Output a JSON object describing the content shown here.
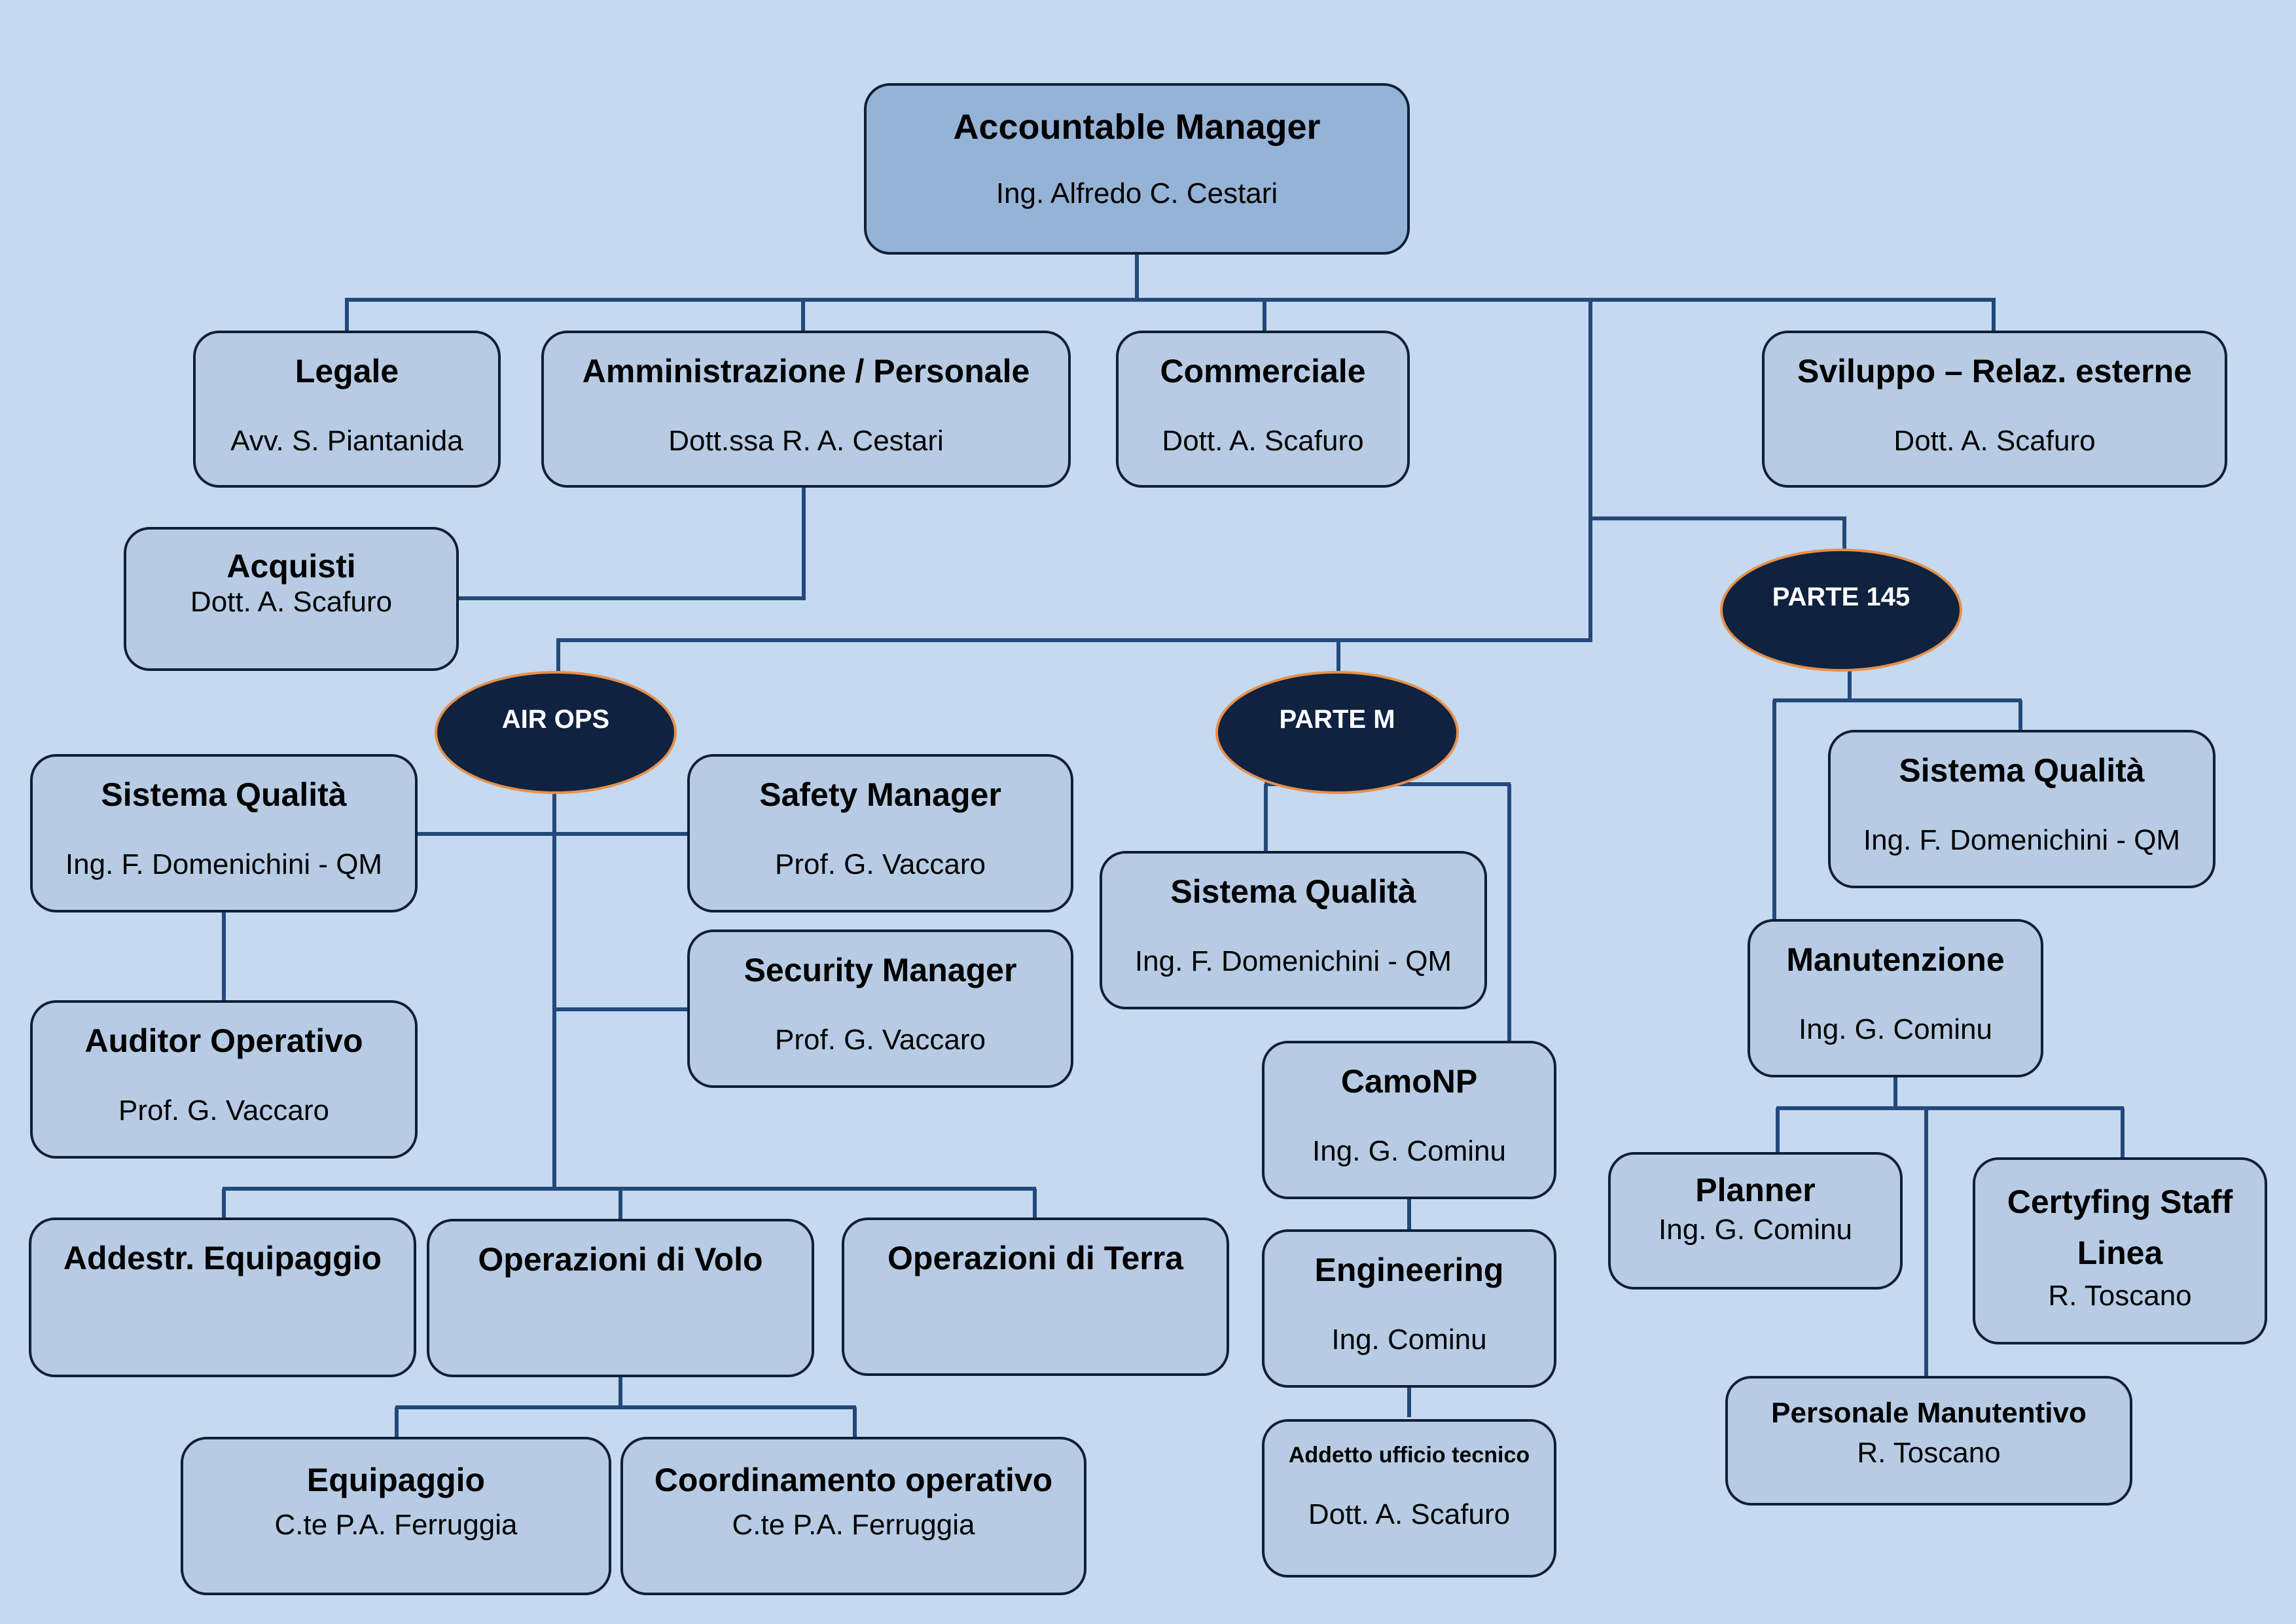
{
  "colors": {
    "background": "#c5d9f0",
    "box_fill": "#b7cce4",
    "root_fill": "#95b3d7",
    "box_border": "#0f1f36",
    "connector": "#23497c",
    "hub_fill": "#0f2240",
    "hub_border": "#e8904a",
    "hub_text": "#ffffff"
  },
  "root": {
    "title": "Accountable Manager",
    "person": "Ing. Alfredo C. Cestari"
  },
  "staff": {
    "legale": {
      "title": "Legale",
      "person": "Avv. S. Piantanida"
    },
    "amministrazione": {
      "title": "Amministrazione / Personale",
      "person": "Dott.ssa R. A. Cestari"
    },
    "commerciale": {
      "title": "Commerciale",
      "person": "Dott. A. Scafuro"
    },
    "sviluppo": {
      "title": "Sviluppo – Relaz. esterne",
      "person": "Dott. A. Scafuro"
    },
    "acquisti": {
      "title": "Acquisti",
      "person": "Dott. A. Scafuro"
    }
  },
  "air_ops": {
    "label": "AIR OPS",
    "sistema_qualita": {
      "title": "Sistema Qualità",
      "person": "Ing. F. Domenichini - QM"
    },
    "auditor": {
      "title": "Auditor Operativo",
      "person": "Prof. G. Vaccaro"
    },
    "safety": {
      "title": "Safety Manager",
      "person": "Prof. G. Vaccaro"
    },
    "security": {
      "title": "Security Manager",
      "person": "Prof. G. Vaccaro"
    },
    "addestramento": {
      "title": "Addestr. Equipaggio"
    },
    "operazioni_volo": {
      "title": "Operazioni di Volo"
    },
    "operazioni_terra": {
      "title": "Operazioni di Terra"
    },
    "equipaggio": {
      "title": "Equipaggio",
      "person": "C.te P.A. Ferruggia"
    },
    "coordinamento": {
      "title": "Coordinamento operativo",
      "person": "C.te P.A. Ferruggia"
    }
  },
  "parte_m": {
    "label": "PARTE M",
    "sistema_qualita": {
      "title": "Sistema Qualità",
      "person": "Ing. F. Domenichini - QM"
    },
    "camonp": {
      "title": "CamoNP",
      "person": "Ing. G. Cominu"
    },
    "engineering": {
      "title": "Engineering",
      "person": "Ing. Cominu"
    },
    "addetto": {
      "title": "Addetto ufficio tecnico",
      "person": "Dott. A. Scafuro"
    }
  },
  "parte_145": {
    "label": "PARTE 145",
    "sistema_qualita": {
      "title": "Sistema Qualità",
      "person": "Ing. F. Domenichini - QM"
    },
    "manutenzione": {
      "title": "Manutenzione",
      "person": "Ing. G. Cominu"
    },
    "planner": {
      "title": "Planner",
      "person": "Ing. G. Cominu"
    },
    "certyfing": {
      "title": "Certyfing Staff Linea",
      "person": "R. Toscano"
    },
    "personale": {
      "title": "Personale Manutentivo",
      "person": "R. Toscano"
    }
  }
}
